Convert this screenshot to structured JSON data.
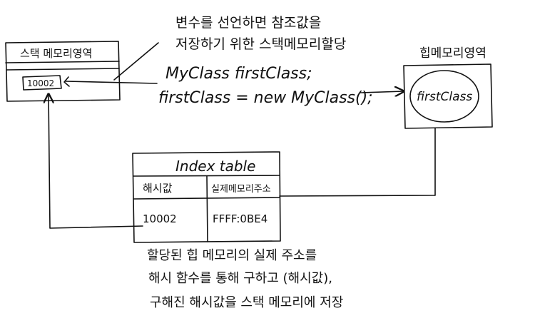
{
  "notes": {
    "top_line1": "변수를 선언하면 참조값을",
    "top_line2": "저장하기 위한 스택메모리할당",
    "bottom_line1": "할당된 힙 메모리의 실제 주소를",
    "bottom_line2": "해시 함수를 통해 구하고 (해시값),",
    "bottom_line3": "구해진 해시값을 스택 메모리에 저장"
  },
  "code": {
    "line1": "MyClass firstClass;",
    "line2": "firstClass = new MyClass();"
  },
  "stack": {
    "title": "스택 메모리영역",
    "value": "10002"
  },
  "heap": {
    "title": "힙메모리영역",
    "object": "firstClass"
  },
  "index_table": {
    "title": "Index table",
    "col1": "해시값",
    "col2": "실제메모리주소",
    "hash": "10002",
    "address": "FFFF:0BE4"
  }
}
